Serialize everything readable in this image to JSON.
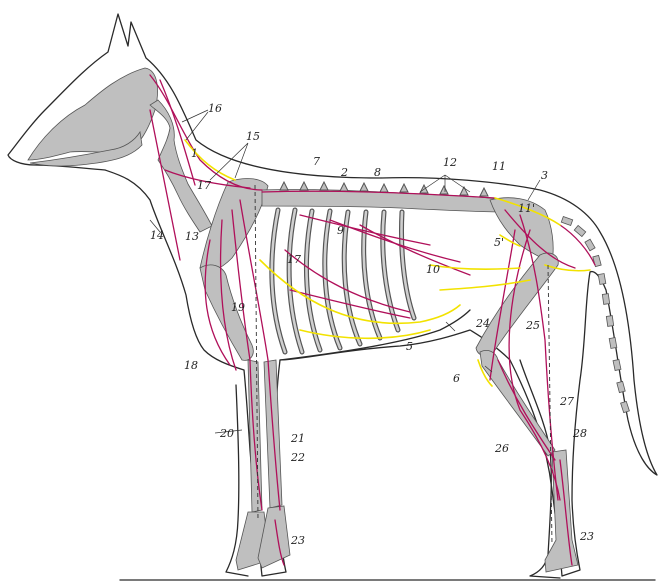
{
  "labels": {
    "l1": "1",
    "l2": "2",
    "l3": "3",
    "l4": "24",
    "l5a": "5",
    "l5b": "5'",
    "l6": "6",
    "l7": "7",
    "l8": "8",
    "l9": "9",
    "l10": "10",
    "l11": "11",
    "l11b": "11'",
    "l12": "12",
    "l13": "13",
    "l14": "14",
    "l15": "15",
    "l16": "16",
    "l17a": "17",
    "l17b": "17",
    "l18": "18",
    "l19": "19",
    "l20": "20",
    "l21": "21",
    "l22": "22",
    "l23a": "23",
    "l23b": "23",
    "l25": "25",
    "l26": "26",
    "l27": "27",
    "l28": "28"
  },
  "colors": {
    "nerve": "#b0105a",
    "yellow_nerve": "#f2e200",
    "bone": "#bfbfbf",
    "outline": "#2a2a2a"
  }
}
